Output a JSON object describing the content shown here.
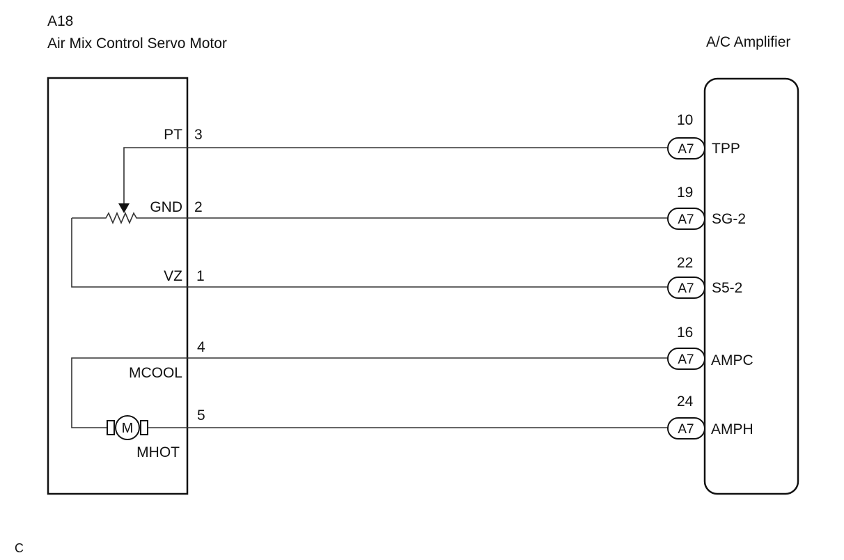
{
  "servo": {
    "code": "A18",
    "name": "Air Mix Control Servo Motor"
  },
  "amplifier": {
    "name": "A/C Amplifier"
  },
  "servo_pins": [
    {
      "signal": "PT",
      "pin": "3"
    },
    {
      "signal": "GND",
      "pin": "2"
    },
    {
      "signal": "VZ",
      "pin": "1"
    },
    {
      "signal": "MCOOL",
      "pin": "4"
    },
    {
      "signal": "MHOT",
      "pin": "5"
    }
  ],
  "amp_pins": [
    {
      "connector": "A7",
      "pin": "10",
      "signal": "TPP"
    },
    {
      "connector": "A7",
      "pin": "19",
      "signal": "SG-2"
    },
    {
      "connector": "A7",
      "pin": "22",
      "signal": "S5-2"
    },
    {
      "connector": "A7",
      "pin": "16",
      "signal": "AMPC"
    },
    {
      "connector": "A7",
      "pin": "24",
      "signal": "AMPH"
    }
  ],
  "motor_symbol": "M",
  "icons": {
    "resistor": "potentiometer-icon",
    "motor": "motor-icon"
  },
  "footer_code": "C"
}
